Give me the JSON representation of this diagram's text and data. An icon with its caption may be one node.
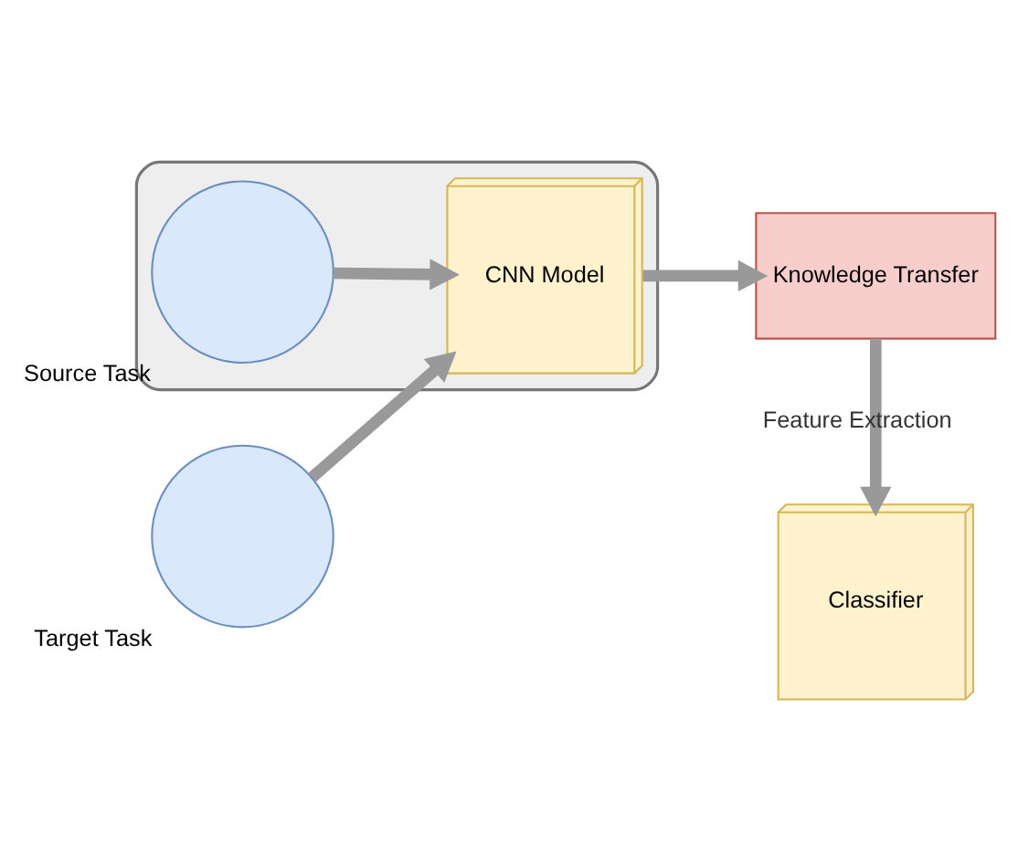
{
  "diagram": {
    "nodes": [
      {
        "text": [],
        "shape": "box"
      },
      {
        "text": [],
        "shape": "circle",
        "beside": [
          "Source Task"
        ],
        "in": 0
      },
      {
        "text": [
          "CNN Model"
        ],
        "in": 0
      },
      {
        "text": [
          "Knowledge Transfer"
        ]
      },
      {
        "text": [
          "Classifier"
        ]
      },
      {
        "text": [],
        "shape": "circle",
        "beside": [
          "Target Task"
        ]
      }
    ],
    "edges": [
      {
        "from": 1,
        "to": 2,
        "arrow": "to"
      },
      {
        "from": 2,
        "to": 3,
        "arrow": "to"
      },
      {
        "from": 5,
        "to": 2,
        "arrow": "to"
      },
      {
        "from": 3,
        "to": 4,
        "arrow": "to",
        "label": "Feature Extraction"
      }
    ]
  }
}
